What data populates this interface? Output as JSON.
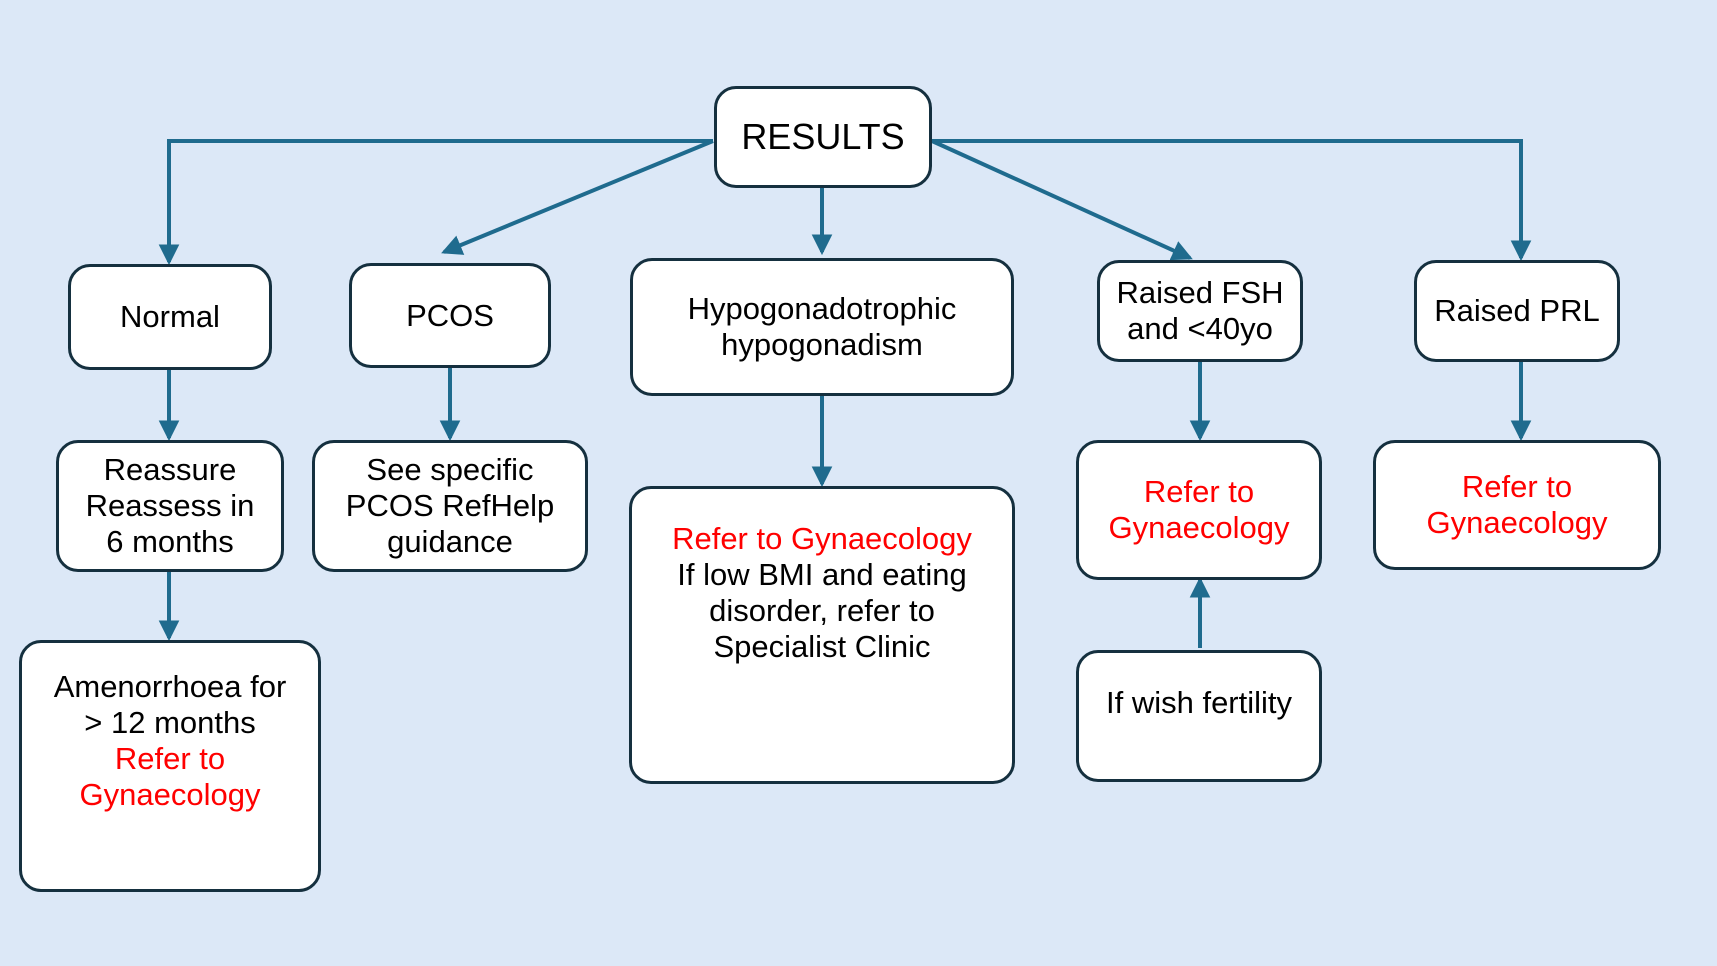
{
  "diagram": {
    "title": "Amenorrhoea results pathway flowchart",
    "background_color": "#dce8f7",
    "node_border_color": "#15303f",
    "node_fill_color": "#ffffff",
    "edge_color": "#1f6b8e",
    "accent_red": "#ff0000",
    "text_color": "#000000"
  },
  "nodes": {
    "results": {
      "label": "RESULTS"
    },
    "normal": {
      "label": "Normal"
    },
    "normal_action": {
      "line1": "Reassure",
      "line2": "Reassess in",
      "line3": "6 months"
    },
    "normal_followup": {
      "line1": "Amenorrhoea for",
      "line2": "> 12 months",
      "line3": "Refer to",
      "line4": "Gynaecology"
    },
    "pcos": {
      "label": "PCOS"
    },
    "pcos_action": {
      "line1": "See specific",
      "line2": "PCOS RefHelp",
      "line3": "guidance"
    },
    "hypo": {
      "line1": "Hypogonadotrophic",
      "line2": "hypogonadism"
    },
    "hypo_action": {
      "line1": "Refer to Gynaecology",
      "line2": "If low BMI and eating",
      "line3": "disorder, refer to",
      "line4": "Specialist Clinic"
    },
    "fsh": {
      "line1": "Raised FSH",
      "line2": "and <40yo"
    },
    "fsh_action": {
      "line1": "Refer to",
      "line2": "Gynaecology"
    },
    "fertility": {
      "label": "If wish fertility"
    },
    "prl": {
      "label": "Raised PRL"
    },
    "prl_action": {
      "line1": "Refer to",
      "line2": "Gynaecology"
    }
  },
  "edges": [
    {
      "name": "results-to-normal",
      "from": "results",
      "to": "normal",
      "style": "orthogonal-left"
    },
    {
      "name": "results-to-pcos",
      "from": "results",
      "to": "pcos",
      "style": "diagonal"
    },
    {
      "name": "results-to-hypo",
      "from": "results",
      "to": "hypo",
      "style": "straight-down"
    },
    {
      "name": "results-to-fsh",
      "from": "results",
      "to": "fsh",
      "style": "diagonal"
    },
    {
      "name": "results-to-prl",
      "from": "results",
      "to": "prl",
      "style": "orthogonal-right"
    },
    {
      "name": "normal-to-action",
      "from": "normal",
      "to": "normal_action",
      "style": "straight-down"
    },
    {
      "name": "action-to-followup",
      "from": "normal_action",
      "to": "normal_followup",
      "style": "straight-down"
    },
    {
      "name": "pcos-to-action",
      "from": "pcos",
      "to": "pcos_action",
      "style": "straight-down"
    },
    {
      "name": "hypo-to-action",
      "from": "hypo",
      "to": "hypo_action",
      "style": "straight-down"
    },
    {
      "name": "fsh-to-action",
      "from": "fsh",
      "to": "fsh_action",
      "style": "straight-down"
    },
    {
      "name": "fertility-to-fsh-action",
      "from": "fertility",
      "to": "fsh_action",
      "style": "straight-up"
    },
    {
      "name": "prl-to-action",
      "from": "prl",
      "to": "prl_action",
      "style": "straight-down"
    }
  ]
}
